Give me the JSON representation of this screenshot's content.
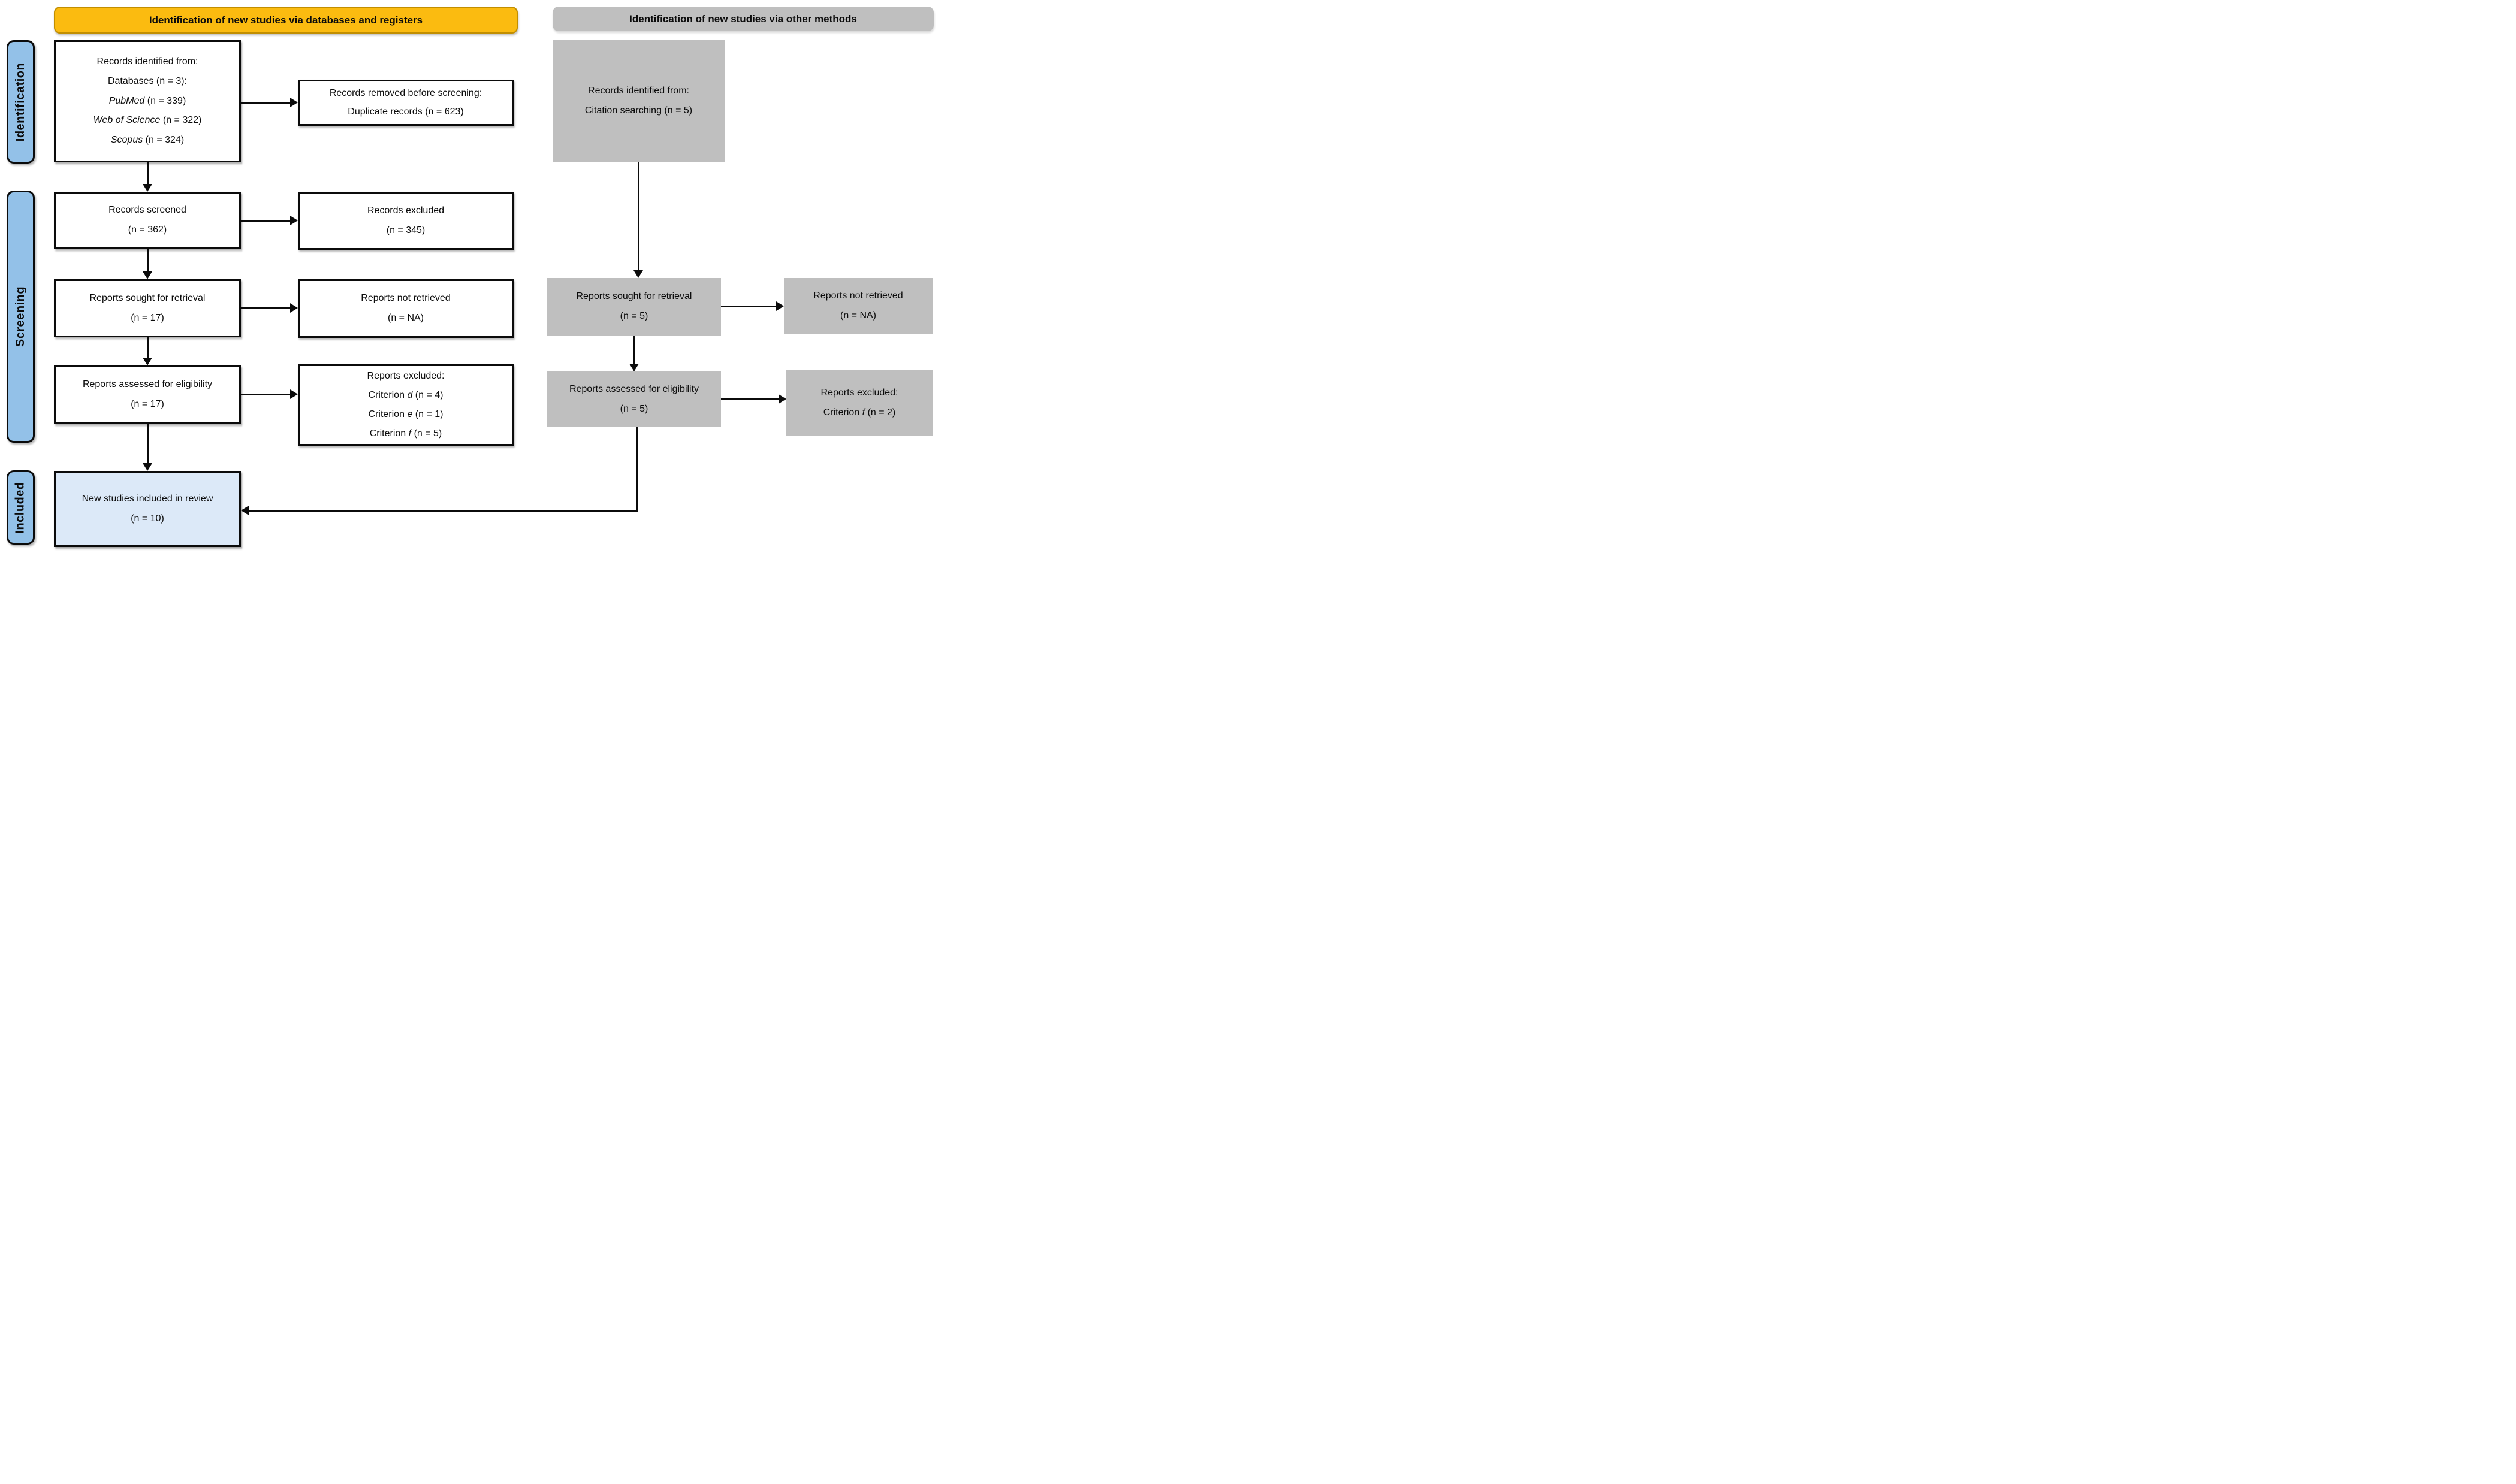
{
  "headers": {
    "databases": "Identification of new studies via databases and registers",
    "other": "Identification of new studies via other methods"
  },
  "sidebar": {
    "identification": "Identification",
    "screening": "Screening",
    "included": "Included"
  },
  "boxes": {
    "db_identified": {
      "line1": "Records identified from:",
      "line2": "Databases (n = 3):",
      "sources": [
        {
          "name": "PubMed",
          "n": "(n = 339)"
        },
        {
          "name": "Web of Science",
          "n": "(n = 322)"
        },
        {
          "name": "Scopus",
          "n": "(n = 324)"
        }
      ]
    },
    "removed_before_screening": {
      "line1": "Records removed before screening:",
      "line2": "Duplicate records (n = 623)"
    },
    "records_screened": {
      "line1": "Records screened",
      "line2": "(n = 362)"
    },
    "records_excluded": {
      "line1": "Records excluded",
      "line2": "(n = 345)"
    },
    "reports_sought_db": {
      "line1": "Reports sought for retrieval",
      "line2": "(n = 17)"
    },
    "reports_not_retrieved_db": {
      "line1": "Reports not retrieved",
      "line2": "(n = NA)"
    },
    "reports_assessed_db": {
      "line1": "Reports assessed for eligibility",
      "line2": "(n = 17)"
    },
    "reports_excluded_db": {
      "title": "Reports excluded:",
      "criteria": [
        {
          "label": "Criterion",
          "letter": "d",
          "n": "(n = 4)"
        },
        {
          "label": "Criterion",
          "letter": "e",
          "n": "(n = 1)"
        },
        {
          "label": "Criterion",
          "letter": "f",
          "n": "(n = 5)"
        }
      ]
    },
    "included": {
      "line1": "New studies included in review",
      "line2": "(n = 10)"
    },
    "citation_identified": {
      "line1": "Records identified from:",
      "line2": "Citation searching (n = 5)"
    },
    "reports_sought_other": {
      "line1": "Reports sought for retrieval",
      "line2": "(n = 5)"
    },
    "reports_not_retrieved_other": {
      "line1": "Reports not retrieved",
      "line2": "(n = NA)"
    },
    "reports_assessed_other": {
      "line1": "Reports assessed for eligibility",
      "line2": "(n = 5)"
    },
    "reports_excluded_other": {
      "title": "Reports excluded:",
      "criteria": [
        {
          "label": "Criterion",
          "letter": "f",
          "n": "(n = 2)"
        }
      ]
    }
  },
  "colors": {
    "header_databases_bg": "#FBBB10",
    "header_databases_border": "#C18E00",
    "header_other_bg": "#BFBFBF",
    "stage_pill_bg": "#93C1E8",
    "gray_box_bg": "#BFBFBF",
    "included_box_bg": "#DCE9F8",
    "box_border": "#0b0b0b",
    "arrow": "#0b0b0b"
  }
}
